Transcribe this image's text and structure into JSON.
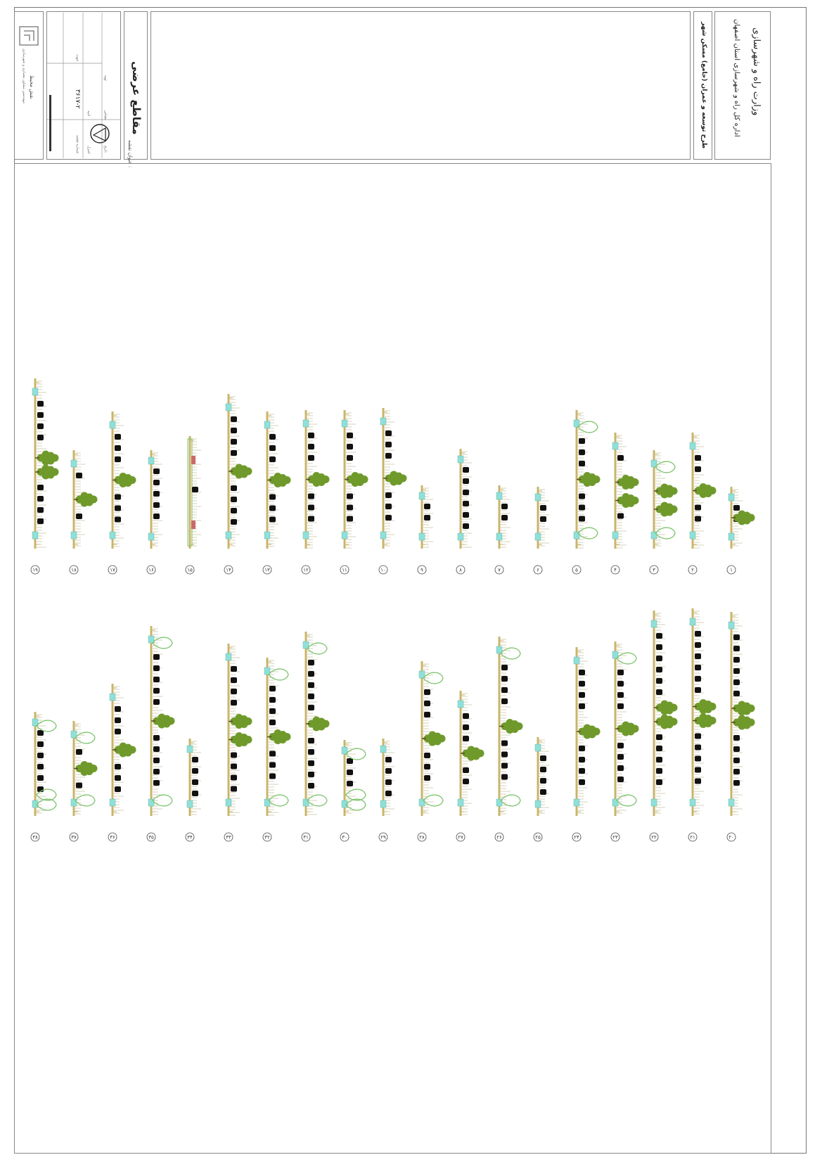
{
  "ministry": "وزارت راه و شهرسازی",
  "directorate": "اداره کل راه و شهرسازی استان اصفهان",
  "plan_title": "طرح توسعه و عمران (جامع) مسکن شهر",
  "sheet_label": "عنوان نقشه :",
  "sheet_title": "مقاطع عرضی",
  "code_label": "شماره",
  "drawing_code": "۳۶۱۷-۲",
  "consultant_line1": "مهندسین مشاور معماری و شهرسازی",
  "consultant_line2": "نقش محیط",
  "tb_labels": [
    "تاریخ",
    "مقیاس",
    "تهیه",
    "کنترل",
    "تایید",
    "شماره نقشه",
    "جهت"
  ],
  "colors": {
    "ground": "#c9b46a",
    "tree_fill": "#6f9a2b",
    "tree_outline": "#7bc36a",
    "car": "#111111",
    "median": "#8fe0d8",
    "tick": "#bbb48a"
  },
  "sections_right": [
    "۱",
    "۲",
    "۳",
    "۴",
    "۵",
    "۶",
    "۷",
    "۸",
    "۹",
    "۱۰",
    "۱۱",
    "۱۲",
    "۱۳",
    "۱۴",
    "۱۵",
    "۱۶",
    "۱۷",
    "۱۸",
    "۱۹"
  ],
  "sections_left": [
    "۲۰",
    "۲۱",
    "۲۲",
    "۲۳",
    "۲۴",
    "۲۵",
    "۲۶",
    "۲۷",
    "۲۸",
    "۲۹",
    "۳۰",
    "۳۱",
    "۳۲",
    "۳۳",
    "۳۴",
    "۳۵",
    "۳۶",
    "۳۷",
    "۳۸"
  ]
}
